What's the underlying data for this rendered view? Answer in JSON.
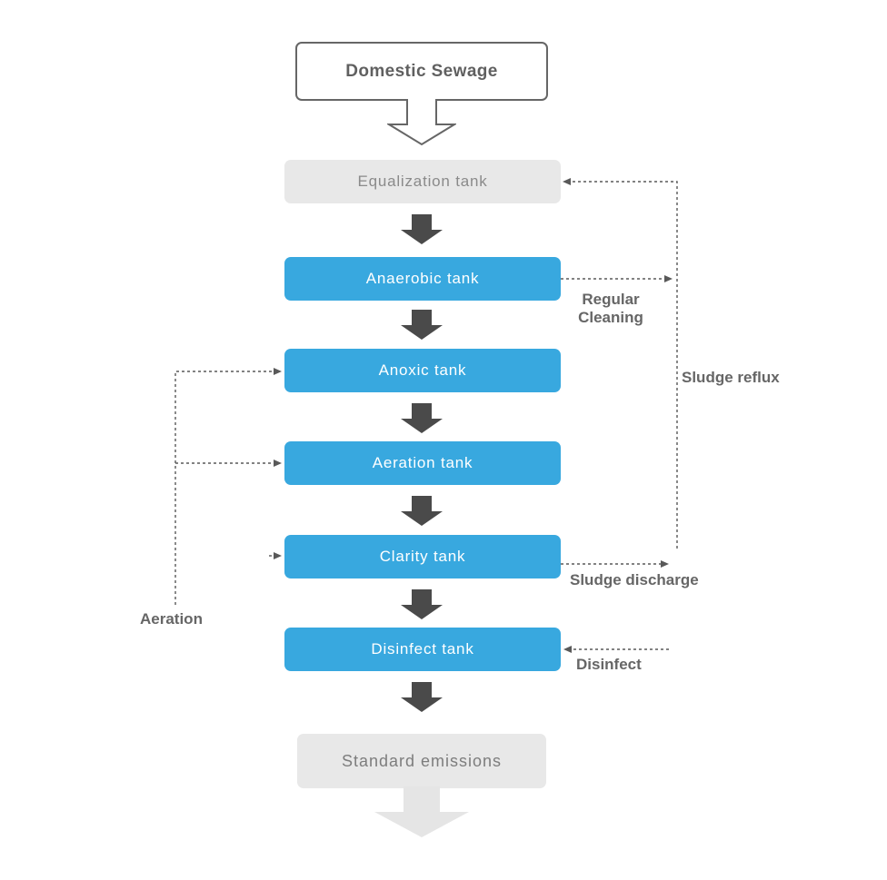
{
  "diagram": {
    "source": {
      "label": "Domestic Sewage"
    },
    "nodes": [
      {
        "id": "equalization-tank",
        "label": "Equalization tank",
        "style": "gray"
      },
      {
        "id": "anaerobic-tank",
        "label": "Anaerobic tank",
        "style": "blue"
      },
      {
        "id": "anoxic-tank",
        "label": "Anoxic tank",
        "style": "blue"
      },
      {
        "id": "aeration-tank",
        "label": "Aeration tank",
        "style": "blue"
      },
      {
        "id": "clarity-tank",
        "label": "Clarity tank",
        "style": "blue"
      },
      {
        "id": "disinfect-tank",
        "label": "Disinfect tank",
        "style": "blue"
      },
      {
        "id": "standard-emissions",
        "label": "Standard emissions",
        "style": "gray"
      }
    ],
    "annotations": {
      "regular_cleaning_line1": "Regular",
      "regular_cleaning_line2": "Cleaning",
      "sludge_reflux": "Sludge reflux",
      "sludge_discharge": "Sludge discharge",
      "disinfect": "Disinfect",
      "aeration": "Aeration"
    },
    "colors": {
      "node_blue": "#38A8DF",
      "node_gray": "#E8E8E8",
      "flow_arrow_dark": "#4A4A4A",
      "flow_arrow_light": "#E5E5E5",
      "connector_line": "#595959",
      "annotation_text": "#666666",
      "gray_node_text": "#8A8A8A",
      "blue_node_text": "#FFFFFF",
      "source_border": "#666666"
    }
  }
}
